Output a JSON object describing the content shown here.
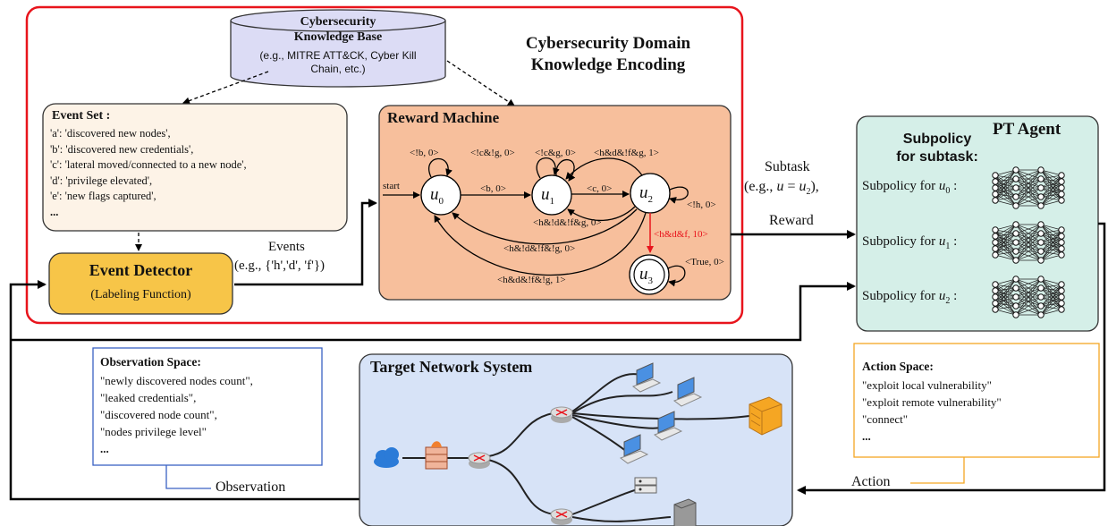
{
  "kb": {
    "title_line1": "Cybersecurity",
    "title_line2": "Knowledge Base",
    "sub_line1": "(e.g., MITRE ATT&CK, Cyber Kill",
    "sub_line2": "Chain, etc.)"
  },
  "domain": {
    "line1": "Cybersecurity Domain",
    "line2": "Knowledge Encoding"
  },
  "event_set": {
    "title": "Event Set :",
    "items": [
      "'a': 'discovered new nodes',",
      "'b': 'discovered new credentials',",
      "'c': 'lateral moved/connected to a new node',",
      "'d': 'privilege elevated',",
      "'e': 'new flags captured',",
      "..."
    ]
  },
  "event_detector": {
    "title": "Event Detector",
    "subtitle": "(Labeling Function)"
  },
  "events": {
    "label": "Events",
    "example": "(e.g., {'h','d', 'f'})"
  },
  "reward_machine": {
    "title": "Reward Machine",
    "start": "start",
    "states": {
      "u0": "u",
      "u0_sub": "0",
      "u1": "u",
      "u1_sub": "1",
      "u2": "u",
      "u2_sub": "2",
      "u3": "u",
      "u3_sub": "3"
    },
    "edges": {
      "e_u0_self": "<!b, 0>",
      "e_u1_self_a": "<!c&!g, 0>",
      "e_u1_self_b": "<!c&g, 0>",
      "e_u2_u1_top": "<h&d&!f&g, 1>",
      "e_u0_u1": "<b, 0>",
      "e_u1_u2": "<c, 0>",
      "e_u2_self": "<!h, 0>",
      "e_u2_u1_bot": "<h&!d&!f&g, 0>",
      "e_u2_u0_a": "<h&!d&!f&!g, 0>",
      "e_u2_u0_b": "<h&d&!f&!g, 1>",
      "e_u2_u3": "<h&d&f, 10>",
      "e_u3_self": "<True, 0>"
    }
  },
  "subtask": {
    "label": "Subtask",
    "example_prefix": "(e.g., ",
    "example_var": "u",
    "example_eq": " = ",
    "example_state": "u",
    "example_sub": "2",
    "example_suffix": "),"
  },
  "reward": {
    "label": "Reward"
  },
  "pt_agent": {
    "title": "PT Agent",
    "subpolicy_title_line1": "Subpolicy",
    "subpolicy_title_line2": "for subtask:",
    "items": [
      {
        "label": "Subpolicy for ",
        "var": "u",
        "sub": "0",
        "colon": " :"
      },
      {
        "label": "Subpolicy for ",
        "var": "u",
        "sub": "1",
        "colon": " :"
      },
      {
        "label": "Subpolicy for ",
        "var": "u",
        "sub": "2",
        "colon": " :"
      }
    ]
  },
  "observation_space": {
    "title": "Observation Space:",
    "items": [
      "\"newly discovered nodes count\",",
      "\"leaked credentials\",",
      "\"discovered node count\",",
      "\"nodes privilege level\"",
      "..."
    ]
  },
  "observation": {
    "label": "Observation"
  },
  "target": {
    "title": "Target Network System"
  },
  "action_space": {
    "title": "Action Space:",
    "items": [
      "\"exploit local vulnerability\"",
      "\"exploit remote vulnerability\"",
      "\"connect\"",
      "..."
    ]
  },
  "action": {
    "label": "Action"
  },
  "colors": {
    "domain_border": "#e8141c",
    "event_set_fill": "#fdf3e7",
    "event_detector_fill": "#f7c548",
    "reward_machine_fill": "#f7bf9c",
    "pt_agent_fill": "#d5efe8",
    "target_fill": "#d7e3f7",
    "obs_border": "#3a62c4",
    "action_border": "#f5a623",
    "kb_fill": "#dcdcf5",
    "accepting_edge": "#e8141c"
  }
}
